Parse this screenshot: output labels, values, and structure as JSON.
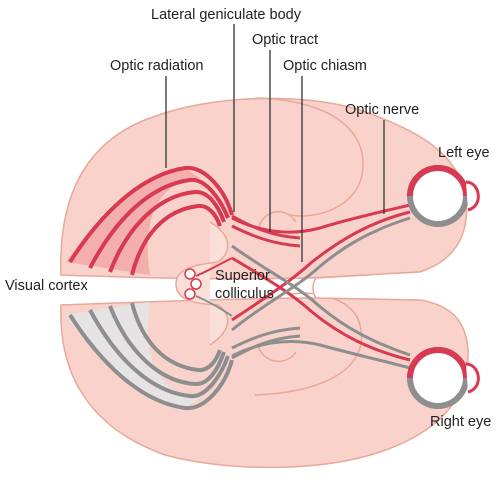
{
  "labels": {
    "lateral_geniculate_body": "Lateral geniculate body",
    "optic_tract": "Optic tract",
    "optic_radiation": "Optic radiation",
    "optic_chiasm": "Optic chiasm",
    "optic_nerve": "Optic nerve",
    "left_eye": "Left eye",
    "visual_cortex": "Visual cortex",
    "superior_colliculus_line1": "Superior",
    "superior_colliculus_line2": "colliculus",
    "right_eye": "Right eye"
  },
  "colors": {
    "brain_fill": "#f9d3cb",
    "brain_outline": "#e8a89a",
    "left_pathway": "#d83a52",
    "right_pathway": "#8e8e8e",
    "leader_line": "#333333"
  }
}
